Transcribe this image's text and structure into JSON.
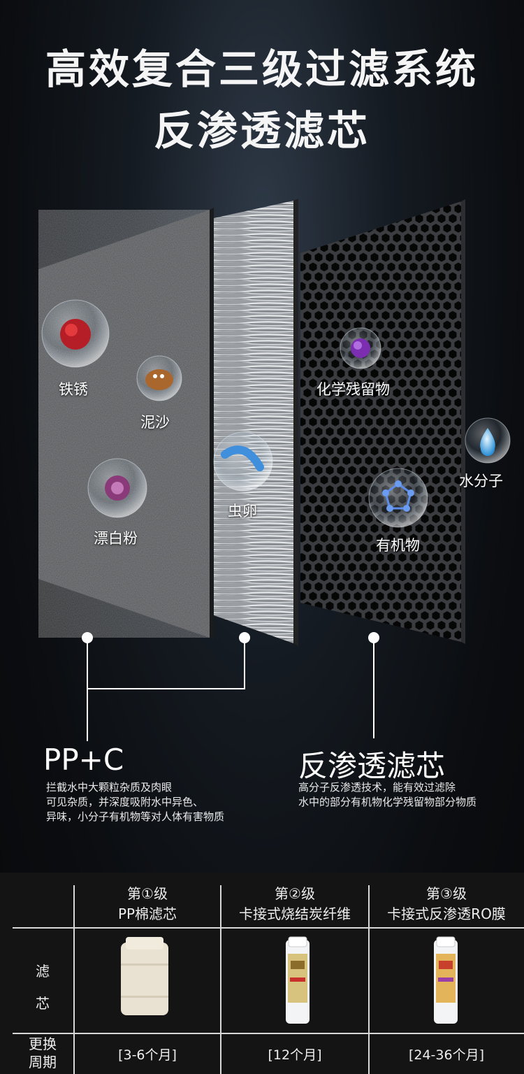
{
  "title": {
    "line1": "高效复合三级过滤系统",
    "line2": "反渗透滤芯"
  },
  "labels": {
    "rust": "铁锈",
    "mud": "泥沙",
    "bleach": "漂白粉",
    "eggs": "虫卵",
    "chem": "化学残留物",
    "organic": "有机物",
    "water": "水分子"
  },
  "sections": {
    "left": {
      "title": "PP+C",
      "desc": [
        "拦截水中大颗粒杂质及肉眼",
        "可见杂质，并深度吸附水中异色、",
        "异味，小分子有机物等对人体有害物质"
      ]
    },
    "right": {
      "title": "反渗透滤芯",
      "desc": [
        "高分子反渗透技术，能有效过滤除",
        "水中的部分有机物化学残留物部分物质"
      ]
    }
  },
  "table": {
    "stages": [
      {
        "level": "第①级",
        "name": "PP棉滤芯",
        "cycle": "[3-6个月]"
      },
      {
        "level": "第②级",
        "name": "卡接式烧结炭纤维",
        "cycle": "[12个月]"
      },
      {
        "level": "第③级",
        "name": "卡接式反渗透RO膜",
        "cycle": "[24-36个月]"
      }
    ],
    "row_filter_label": [
      "滤",
      "芯"
    ],
    "row_cycle_label": [
      "更换",
      "周期"
    ]
  }
}
